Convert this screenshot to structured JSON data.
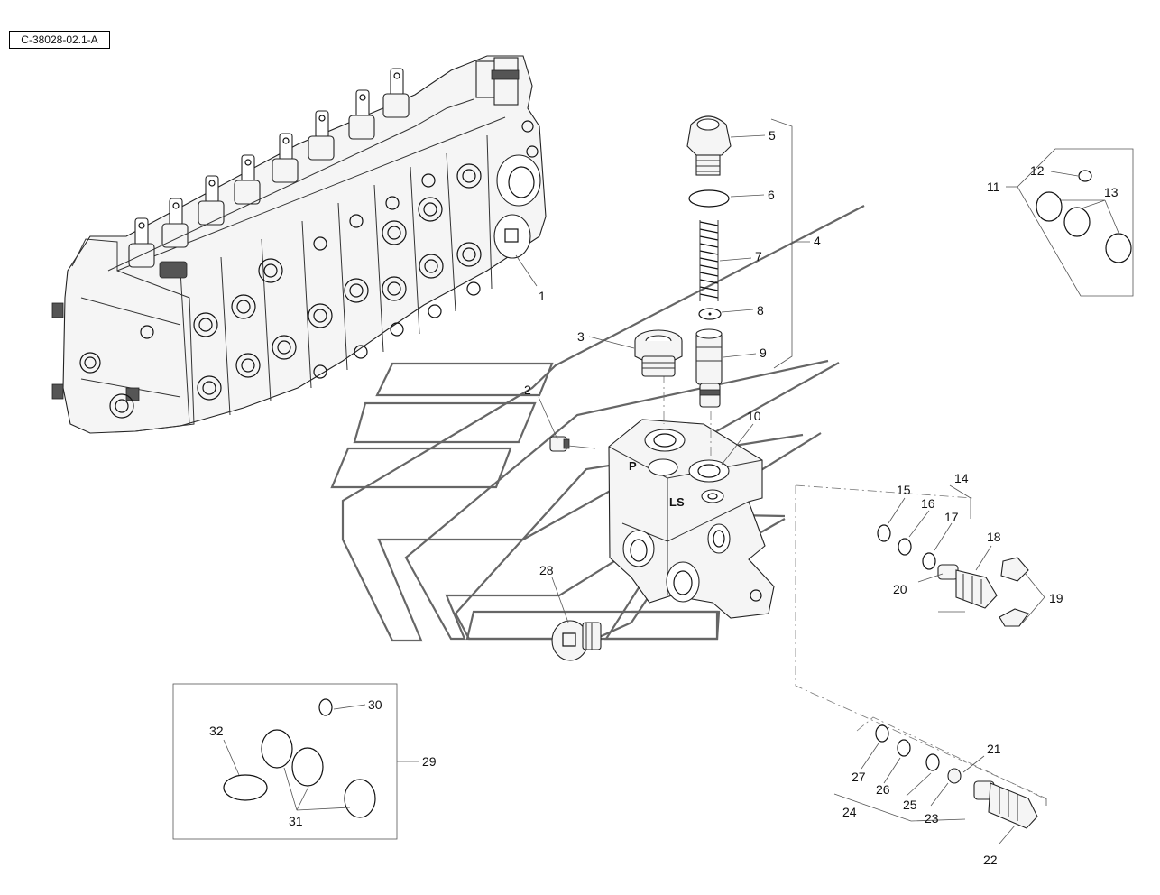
{
  "reference": "C-38028-02.1-A",
  "port_labels": {
    "p": "P",
    "ls": "LS"
  },
  "callouts": [
    "1",
    "2",
    "3",
    "4",
    "5",
    "6",
    "7",
    "8",
    "9",
    "10",
    "11",
    "12",
    "13",
    "14",
    "15",
    "16",
    "17",
    "18",
    "19",
    "20",
    "21",
    "22",
    "23",
    "24",
    "25",
    "26",
    "27",
    "28",
    "29",
    "30",
    "31",
    "32"
  ]
}
